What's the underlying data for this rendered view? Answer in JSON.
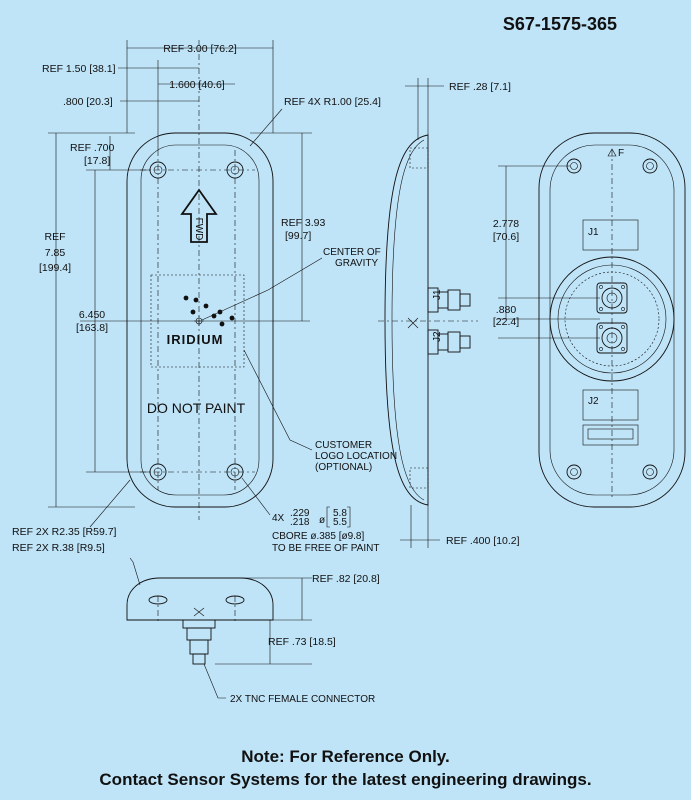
{
  "part_number": "S67-1575-365",
  "dimensions": {
    "ref_width": "REF 3.00 [76.2]",
    "ref_hole_half": "REF 1.50 [38.1]",
    "hole_spacing": "1.600 [40.6]",
    "offset_800": ".800 [20.3]",
    "corner_radius": "REF 4X R1.00 [25.4]",
    "ref_700_a": "REF .700",
    "ref_700_b": "[17.8]",
    "ref_length_a": "REF",
    "ref_length_b": "7.85",
    "ref_length_c": "[199.4]",
    "hole_length_a": "6.450",
    "hole_length_b": "[163.8]",
    "cg_a": "REF 3.93",
    "cg_b": "[99.7]",
    "ref_28": "REF .28 [7.1]",
    "j_spacing_a": "2.778",
    "j_spacing_b": "[70.6]",
    "conn_spacing_a": ".880",
    "conn_spacing_b": "[22.4]",
    "ref_400": "REF .400 [10.2]",
    "ref_r235": "REF 2X R2.35 [R59.7]",
    "ref_r38": "REF 2X R.38 [R9.5]",
    "ref_82": "REF .82 [20.8]",
    "ref_73": "REF .73 [18.5]",
    "hole_4x": "4X",
    "hole_229": ".229",
    "hole_218": ".218",
    "hole_58": "5.8",
    "hole_55": "5.5",
    "hole_phi": "ø",
    "cbore": "CBORE ø.385 [ø9.8]",
    "cbore_b": "TO BE FREE OF PAINT"
  },
  "labels": {
    "center_a": "CENTER OF",
    "center_b": "GRAVITY",
    "logo_a": "CUSTOMER",
    "logo_b": "LOGO LOCATION",
    "logo_c": "(OPTIONAL)",
    "do_not_paint": "DO NOT PAINT",
    "brand": "IRIDIUM",
    "arrow_text": "FWD",
    "j1": "J1",
    "j2": "J2",
    "f_mark": "F",
    "connector": "2X TNC FEMALE CONNECTOR"
  },
  "note": {
    "line1": "Note:  For Reference Only.",
    "line2": "Contact Sensor Systems for the latest engineering drawings."
  },
  "colors": {
    "background": "#bfe3f7",
    "ink": "#111111"
  }
}
